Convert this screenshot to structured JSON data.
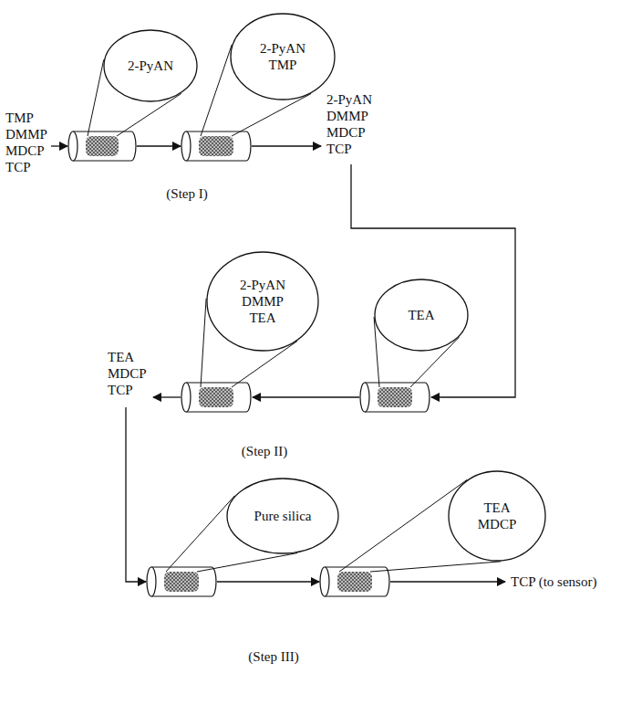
{
  "diagram": {
    "nodes": [
      {
        "text": [
          "2-PyAN"
        ]
      },
      {
        "text": [
          "2-PyAN TMP"
        ]
      },
      {
        "text": [
          "2-PyAN DMMP TEA"
        ]
      },
      {
        "text": [
          "TEA"
        ]
      },
      {
        "text": [
          "Pure silica"
        ]
      },
      {
        "text": [
          "TEA MDCP"
        ]
      }
    ],
    "labels": [
      "TMP DMMP MDCP TCP",
      "2-PyAN DMMP MDCP TCP",
      "(Step I)",
      "TEA MDCP TCP",
      "(Step II)",
      "TCP (to sensor)",
      "(Step III)"
    ]
  }
}
